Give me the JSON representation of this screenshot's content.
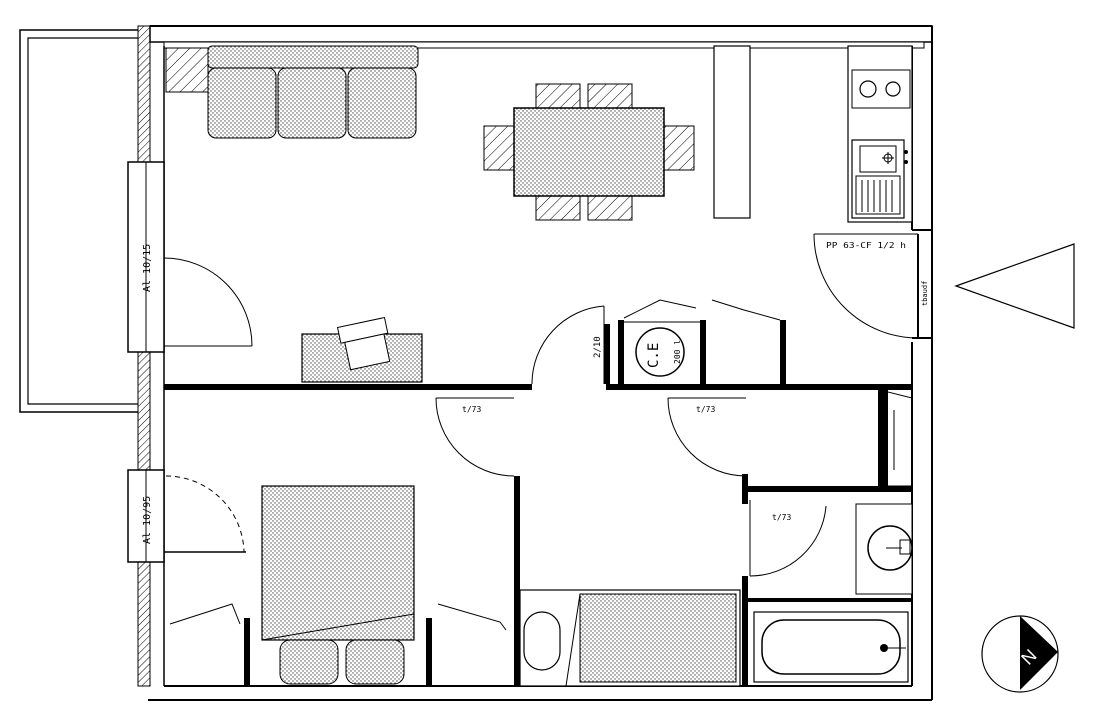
{
  "labels": {
    "window_top": "Al 10/15",
    "window_bottom": "Al 10/95",
    "door_bath_left": "2/10",
    "door_bedroom": "t/73",
    "door_hall": "t/73",
    "door_wc": "t/73",
    "entry_door": "PP 63-CF 1/2 h",
    "entry_side": "tbaudf",
    "boiler_line1": "C.E",
    "boiler_line2": "200 l"
  },
  "compass": {
    "letter": "N"
  },
  "colors": {
    "ink": "#000000",
    "paper": "#ffffff",
    "fill": "#dcdcdc"
  }
}
